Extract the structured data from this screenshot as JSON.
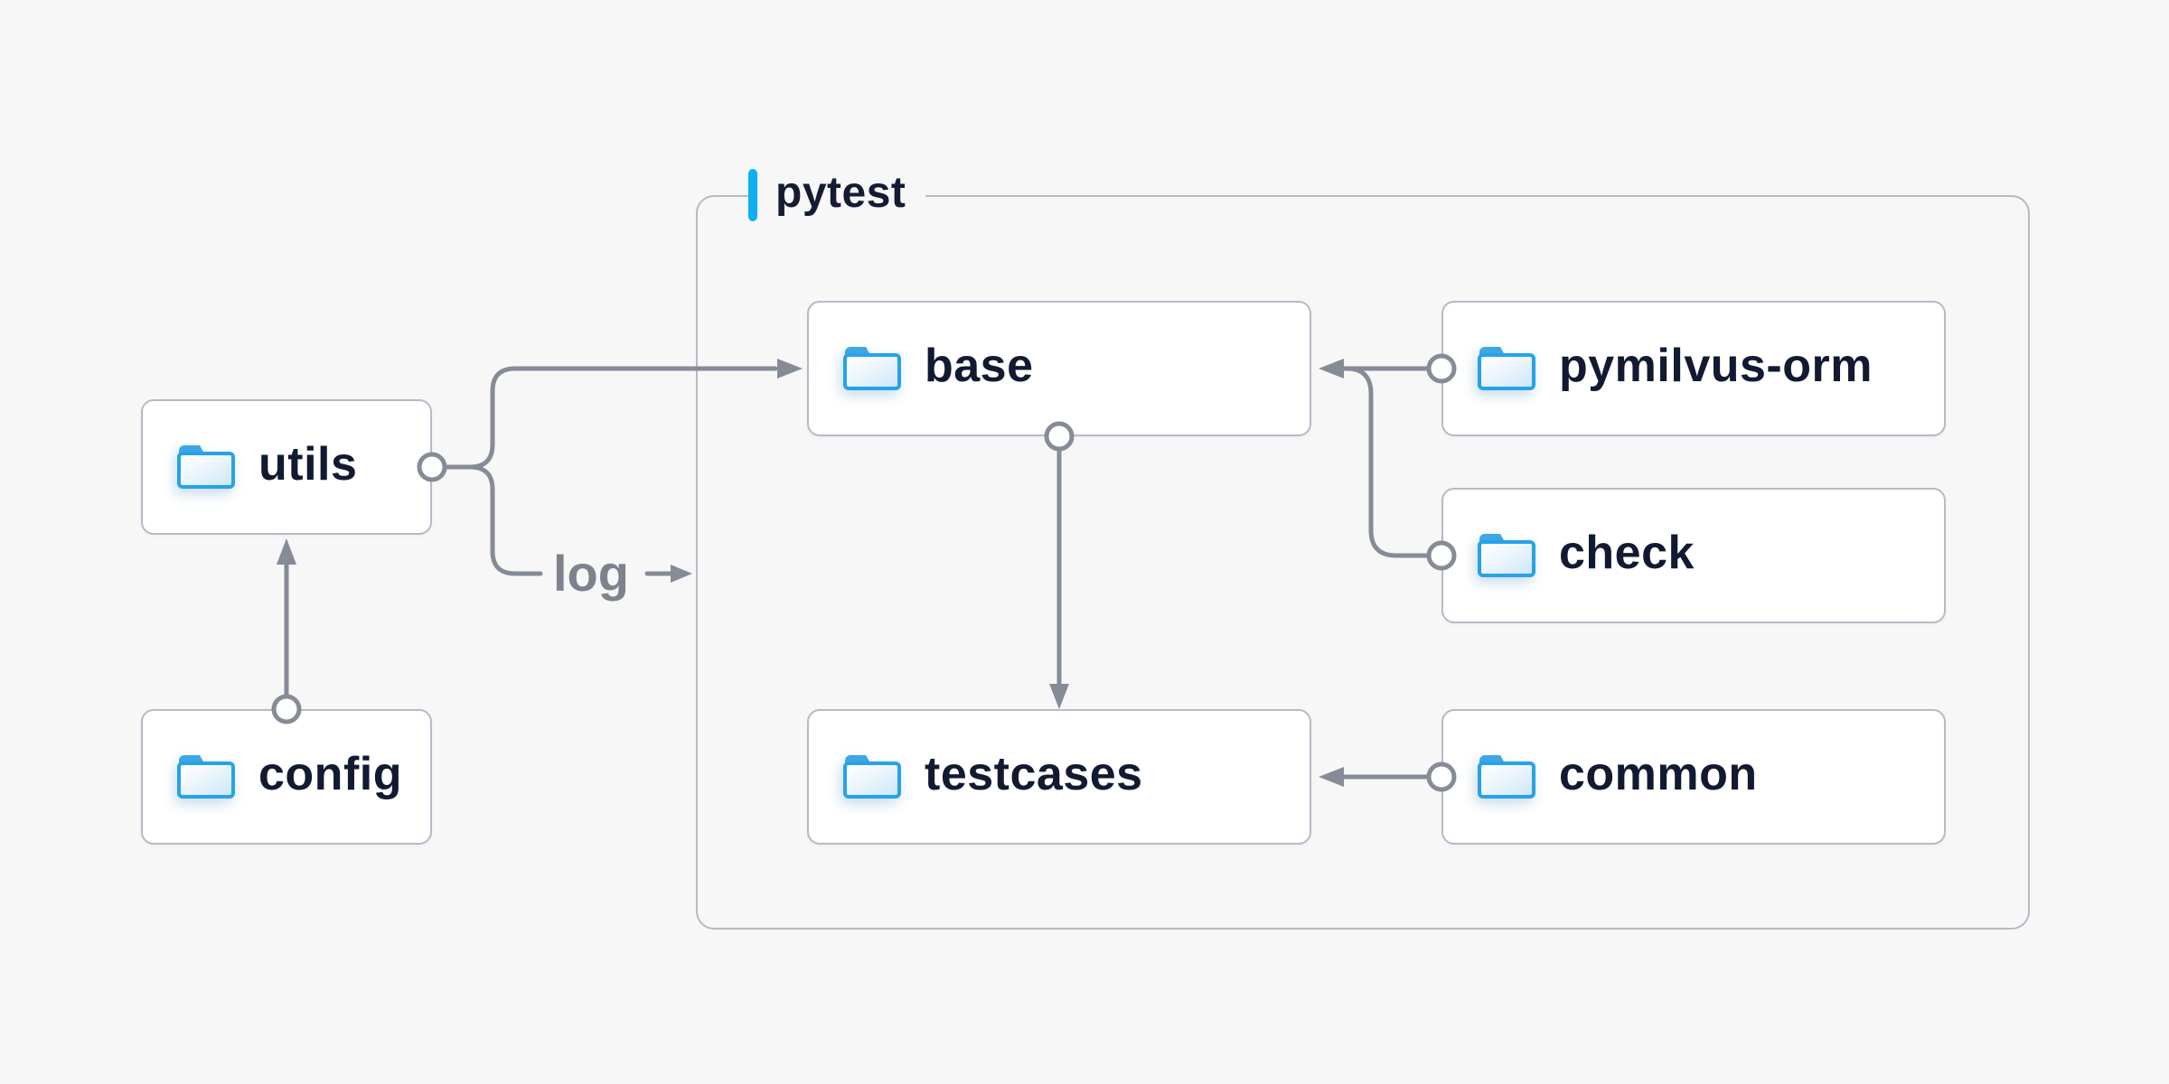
{
  "diagram": {
    "container_label": "pytest",
    "log_label": "log",
    "nodes": [
      {
        "id": "utils",
        "label": "utils"
      },
      {
        "id": "config",
        "label": "config"
      },
      {
        "id": "base",
        "label": "base"
      },
      {
        "id": "pymilvus-orm",
        "label": "pymilvus-orm"
      },
      {
        "id": "check",
        "label": "check"
      },
      {
        "id": "testcases",
        "label": "testcases"
      },
      {
        "id": "common",
        "label": "common"
      }
    ],
    "edges": [
      {
        "from": "config",
        "to": "utils"
      },
      {
        "from": "utils",
        "to": "base"
      },
      {
        "from": "utils",
        "to": "pytest",
        "label": "log"
      },
      {
        "from": "base",
        "to": "testcases"
      },
      {
        "from": "pymilvus-orm",
        "to": "base"
      },
      {
        "from": "check",
        "to": "base"
      },
      {
        "from": "common",
        "to": "testcases"
      }
    ],
    "colors": {
      "background": "#f7f7f8",
      "node_fill": "#ffffff",
      "node_border": "#b7bac5",
      "node_text": "#121a32",
      "connector": "#868b97",
      "edge_label_text": "#7d828c",
      "accent": "#0db0f5",
      "folder_outline": "#27a2ea",
      "folder_tab": "#3ea6e4",
      "folder_fill_light": "#fdfeff",
      "folder_fill_dark": "#cfe8f8"
    }
  }
}
